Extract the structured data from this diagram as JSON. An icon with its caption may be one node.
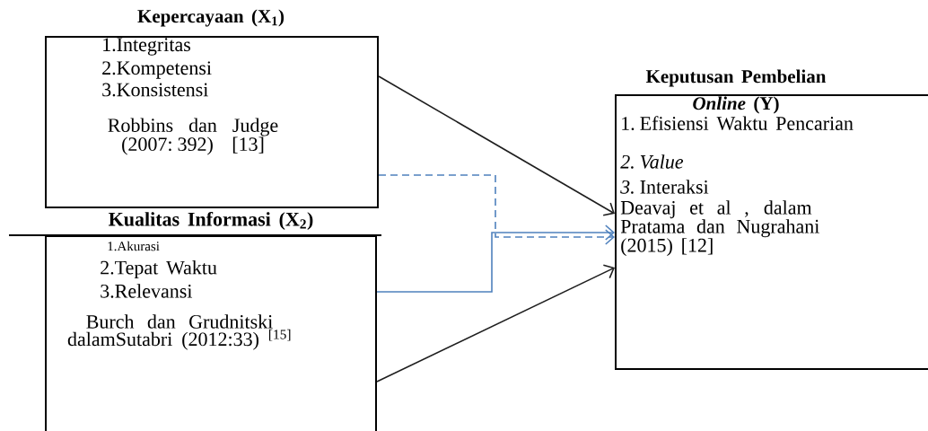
{
  "diagram": {
    "nodes": [
      {
        "text": [
          "Kepercayaan (X$_{1}$)",
          "1.Integritas",
          "2.Kompetensi",
          "3.Konsistensi",
          "Robbins dan Judge (2007: 392) [13]"
        ]
      },
      {
        "text": [
          "Kualitas Informasi (X$_{2}$)",
          "1.Akurasi",
          "2.Tepat Waktu",
          "3.Relevansi",
          "Burch dan Grudnitski dalamSutabri (2012:33) $^{[15]}$"
        ]
      },
      {
        "text": [
          "Keputusan Pembelian",
          "*Online* (Y)",
          "1. Efisiensi Waktu Pencarian",
          "2. Value",
          "*3.* Interaksi",
          "Deavaj et al , dalam Pratama dan Nugrahani (2015) [12]"
        ]
      }
    ],
    "edges": [
      {
        "from": 0,
        "to": 2,
        "arrow": "to"
      },
      {
        "from": 0,
        "to": 2,
        "arrow": "to",
        "style": "dashed",
        "color": "#4f81bd"
      },
      {
        "from": 1,
        "to": 2,
        "arrow": "to",
        "color": "#4f81bd"
      },
      {
        "from": 1,
        "to": 2,
        "arrow": "to"
      }
    ]
  }
}
